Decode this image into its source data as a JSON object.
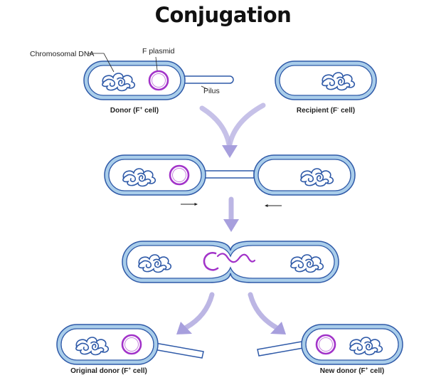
{
  "title": "Conjugation",
  "labels": {
    "chromosomal_dna": "Chromosomal DNA",
    "f_plasmid": "F plasmid",
    "pilus": "Pilus",
    "donor_main": "Donor (F",
    "donor_sup": "+",
    "donor_end": " cell)",
    "recipient_main": "Recipient (F",
    "recipient_sup": "-",
    "recipient_end": " cell)",
    "original_main": "Original donor (F",
    "original_sup": "+",
    "original_end": " cell)",
    "newdonor_main": "New donor (F",
    "newdonor_sup": "+",
    "newdonor_end": " cell)"
  },
  "colors": {
    "membrane": "#2f5aa8",
    "membrane_fill": "#a9cdea",
    "cytoplasm": "#ffffff",
    "dna": "#2f5aa8",
    "plasmid": "#a233c9",
    "arrow_flow": "#bcb6e4",
    "arrow_small": "#222222"
  }
}
